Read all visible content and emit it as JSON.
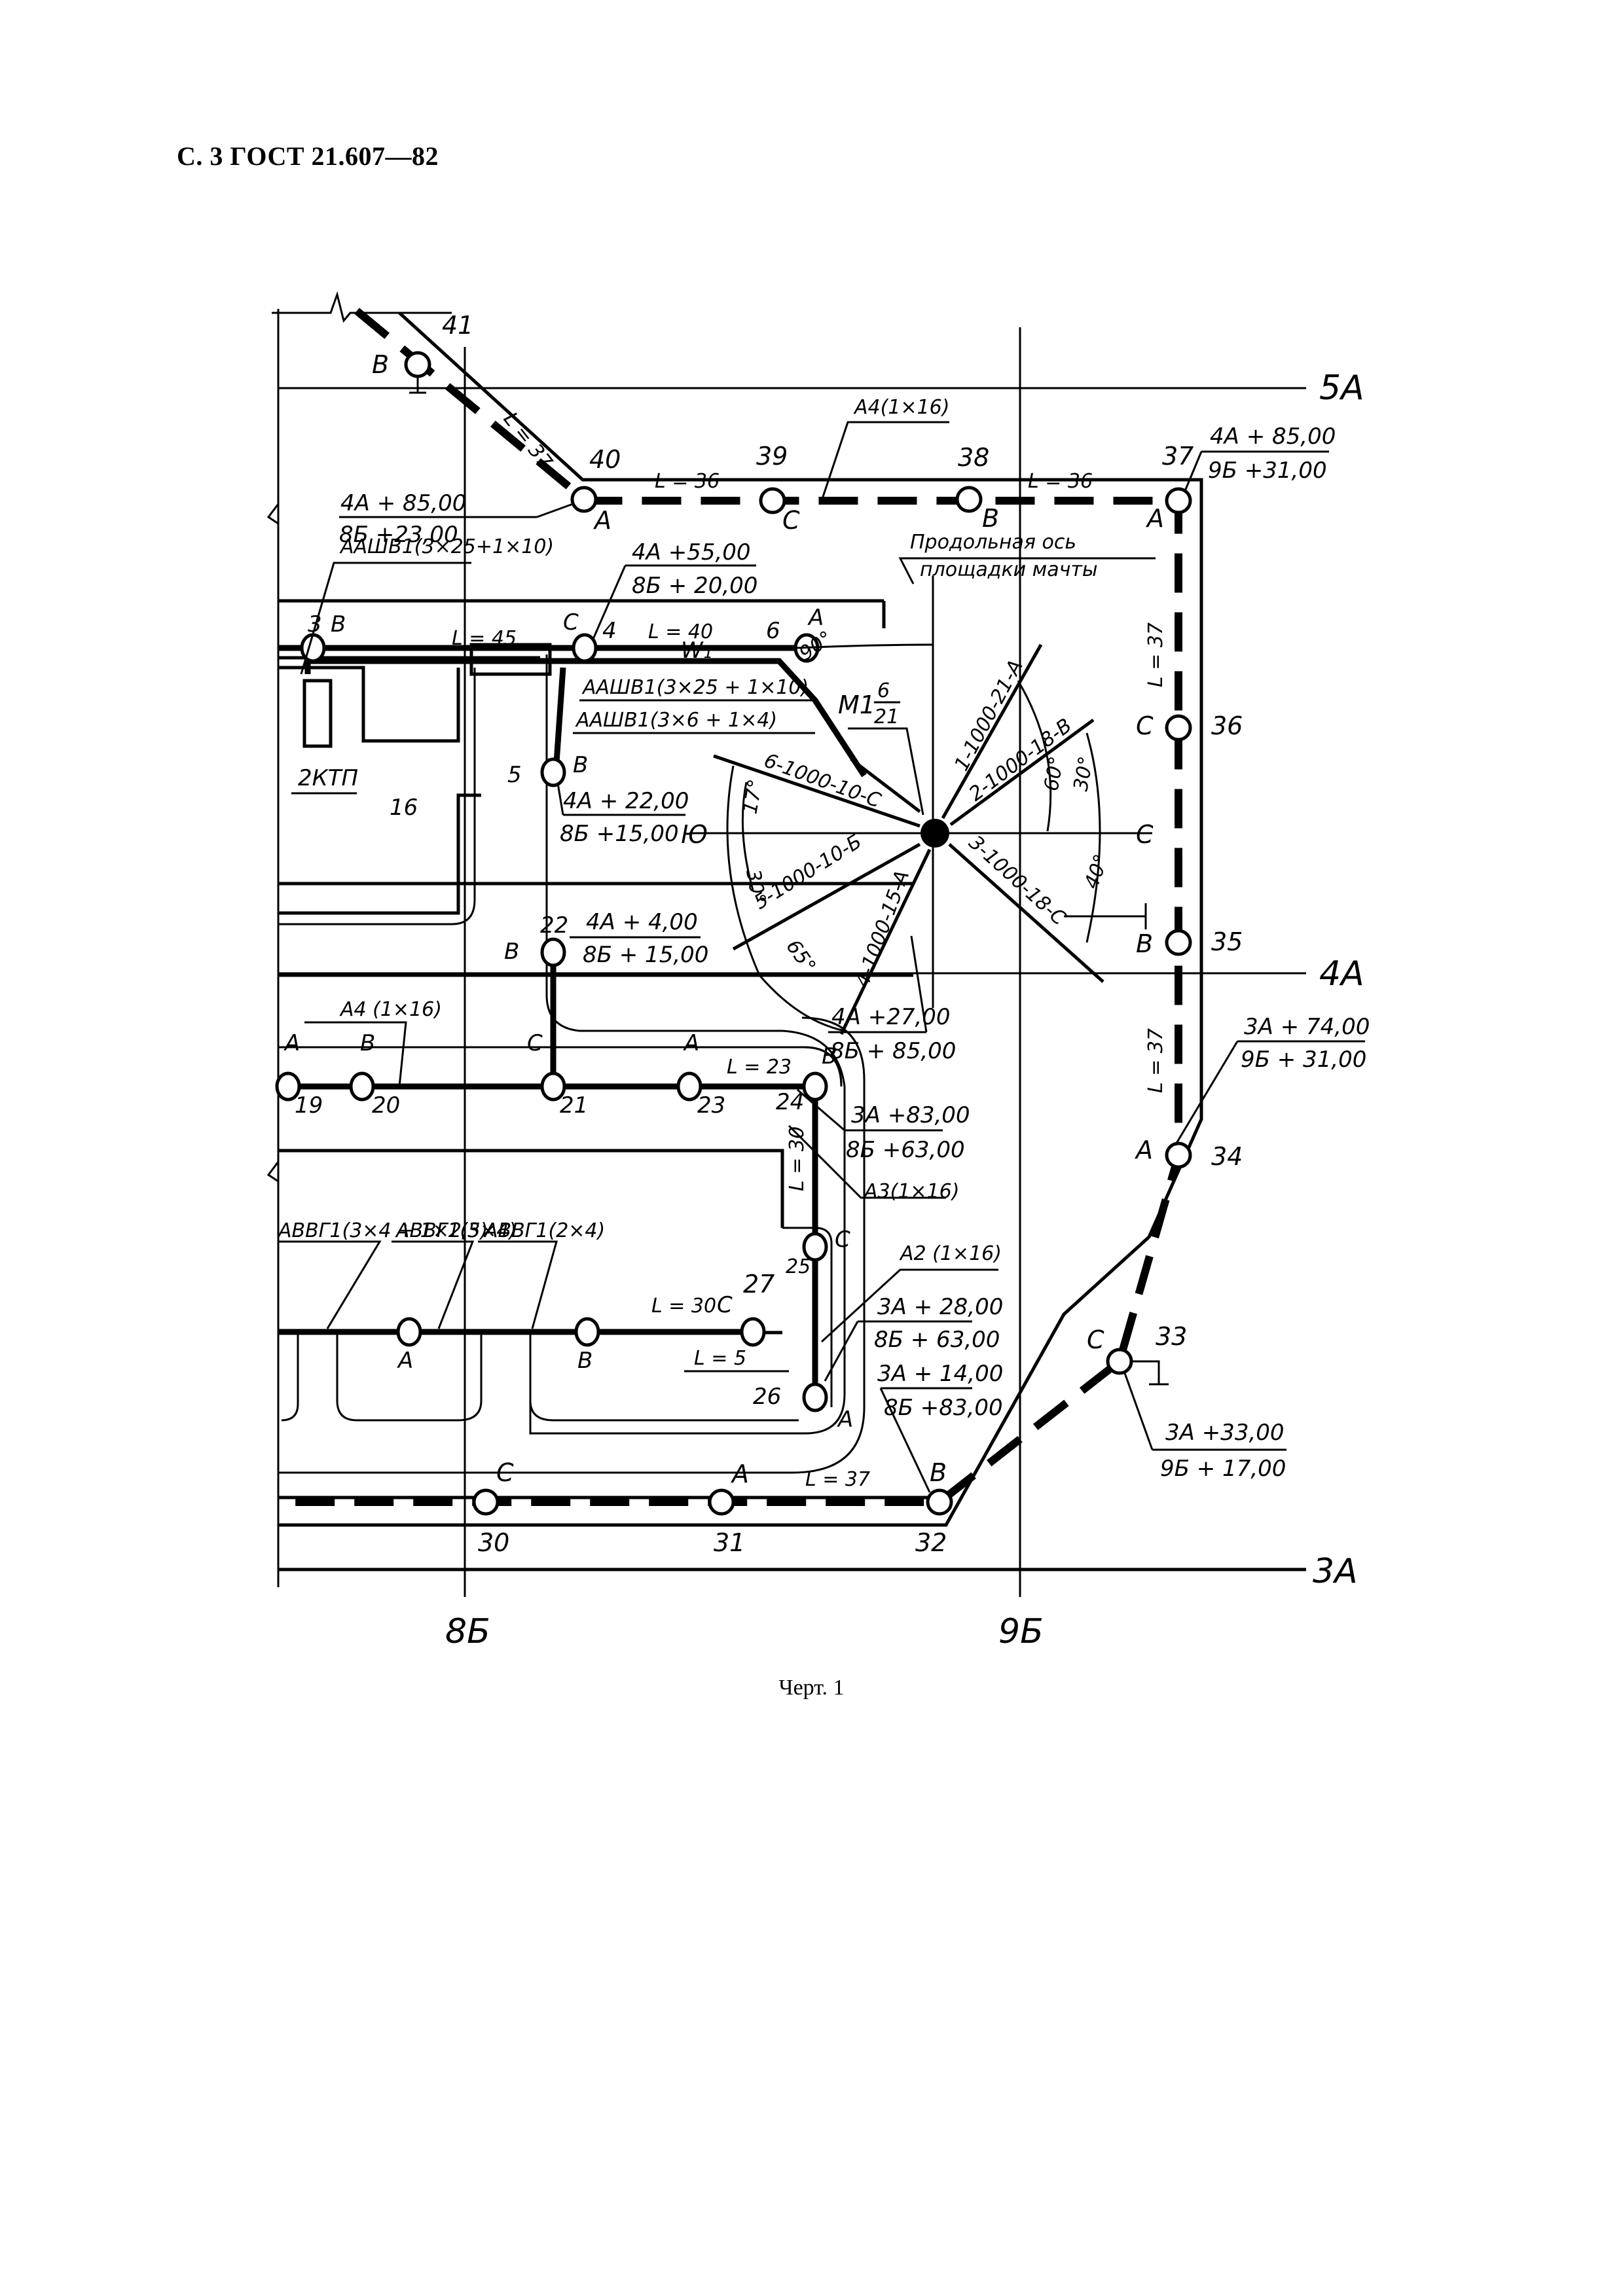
{
  "header": {
    "title": "С. 3 ГОСТ 21.607—82"
  },
  "caption": "Черт. 1",
  "axes": {
    "rows": [
      "5А",
      "4А",
      "3А"
    ],
    "columns": [
      "8Б",
      "9Б"
    ]
  },
  "poles": [
    {
      "num": "41",
      "phase": "В"
    },
    {
      "num": "40",
      "phase": "А"
    },
    {
      "num": "39",
      "phase": "С"
    },
    {
      "num": "38",
      "phase": "В"
    },
    {
      "num": "37",
      "phase": "А"
    },
    {
      "num": "36",
      "phase": "С"
    },
    {
      "num": "35",
      "phase": "В"
    },
    {
      "num": "34",
      "phase": "А"
    },
    {
      "num": "33",
      "phase": "С"
    },
    {
      "num": "32",
      "phase": "В"
    },
    {
      "num": "31",
      "phase": "А"
    },
    {
      "num": "30",
      "phase": "С"
    },
    {
      "num": "3",
      "phase": "В"
    },
    {
      "num": "4",
      "phase": "С"
    },
    {
      "num": "6",
      "phase": "А"
    },
    {
      "num": "5",
      "phase": "В"
    },
    {
      "num": "22",
      "phase": "В"
    },
    {
      "num": "19",
      "phase": "А"
    },
    {
      "num": "20",
      "phase": "В"
    },
    {
      "num": "21",
      "phase": "С"
    },
    {
      "num": "23",
      "phase": "А"
    },
    {
      "num": "24",
      "phase": "В"
    },
    {
      "num": "25",
      "phase": "С"
    },
    {
      "num": "26",
      "phase": "А"
    },
    {
      "num": "27",
      "phase": "С"
    },
    {
      "num": "",
      "phase": "А"
    },
    {
      "num": "",
      "phase": "В"
    }
  ],
  "lengths": {
    "l37_diag": "L = 37",
    "l36_a": "L = 36",
    "l36_b": "L = 36",
    "l37_right_top": "L = 37",
    "l37_right_bottom": "L = 37",
    "l37_bottom": "L = 37",
    "l45": "L = 45",
    "l40": "L = 40",
    "l23": "L = 23",
    "l30_vert": "L = 30",
    "l30": "L = 30",
    "l5": "L = 5"
  },
  "coords": {
    "c1": {
      "top": "4А + 85,00",
      "bottom": "8Б +23,00"
    },
    "c2": {
      "top": "4А + 85,00",
      "bottom": "9Б +31,00"
    },
    "c3": {
      "top": "4А +55,00",
      "bottom": "8Б + 20,00"
    },
    "c4": {
      "top": "4А + 22,00",
      "bottom": "8Б +15,00"
    },
    "c5": {
      "top": "4А + 4,00",
      "bottom": "8Б + 15,00"
    },
    "c6": {
      "top": "4А +27,00",
      "bottom": "8Б + 85,00"
    },
    "c7": {
      "top": "3А + 74,00",
      "bottom": "9Б + 31,00"
    },
    "c8": {
      "top": "3А +83,00",
      "bottom": "8Б +63,00"
    },
    "c9": {
      "top": "3А + 28,00",
      "bottom": "8Б + 63,00"
    },
    "c10": {
      "top": "3А + 14,00",
      "bottom": "8Б +83,00"
    },
    "c11": {
      "top": "3А +33,00",
      "bottom": "9Б + 17,00"
    }
  },
  "cables": {
    "a4_top": "А4(1×16)",
    "a4_mid": "А4 (1×16)",
    "aashv_top": "ААШВ1(3×25+1×10)",
    "aashv_w1": "ААШВ1(3×25 + 1×10)",
    "aashv_w1b": "ААШВ1(3×6 + 1×4)",
    "a3": "А3(1×16)",
    "a2": "А2 (1×16)",
    "avvg1": "АВВГ1(3×4 + 1×2,5)",
    "avvg2": "АВВГ1(3×4)",
    "avvg3": "АВВГ1(2×4)",
    "w1": "W₁"
  },
  "buildings": {
    "ktp": "2КТП",
    "b16": "16"
  },
  "mast": {
    "label": "М1",
    "frac_top": "6",
    "frac_bottom": "21",
    "axis_note_1": "Продольная ось",
    "axis_note_2": "площадки мачты",
    "south": "Ю",
    "north": "С",
    "beams": [
      "1-1000-21-А",
      "2-1000-18-В",
      "3-1000-18-С",
      "4-1000-15-А",
      "5-1000-10-Б",
      "6-1000-10-С"
    ],
    "angles": [
      "90°",
      "60°",
      "30°",
      "40°",
      "17°",
      "30°",
      "65°"
    ]
  }
}
